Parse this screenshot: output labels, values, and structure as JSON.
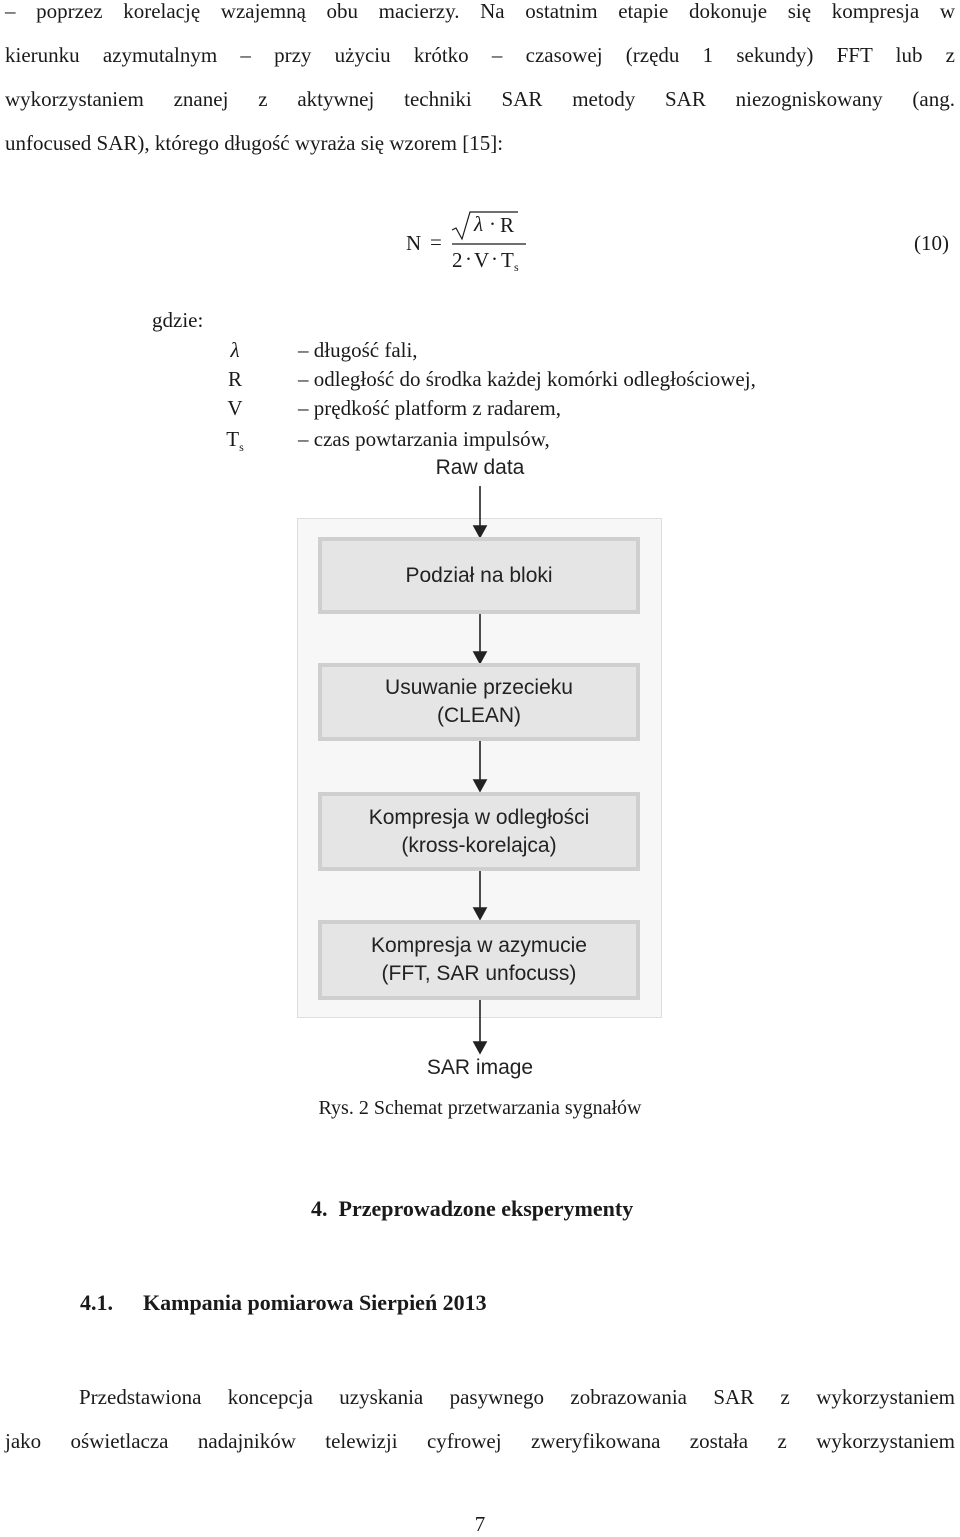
{
  "top_text": {
    "lines": [
      "– poprzez korelację wzajemną obu macierzy. Na ostatnim etapie dokonuje się kompresja w",
      "kierunku azymutalnym – przy użyciu krótko – czasowej (rzędu 1 sekundy) FFT lub z",
      "wykorzystaniem znanej z aktywnej techniki SAR metody SAR niezogniskowany (ang.",
      "unfocused SAR), którego długość wyraża się wzorem [15]:"
    ]
  },
  "equation": {
    "lhs": "N",
    "equals": "=",
    "num_lambda": "λ",
    "num_dot": "·",
    "num_r": "R",
    "den_2": "2",
    "den_dot1": "·",
    "den_v": "V",
    "den_dot2": "·",
    "den_t": "T",
    "den_sub": "s",
    "number": "(10)"
  },
  "where": {
    "label": "gdzie:",
    "items": [
      {
        "symbol": "λ",
        "sub": "",
        "desc": "– długość fali,"
      },
      {
        "symbol": "R",
        "sub": "",
        "desc": "– odległość do środka każdej komórki odległościowej,"
      },
      {
        "symbol": "V",
        "sub": "",
        "desc": "– prędkość platform z radarem,"
      },
      {
        "symbol": "T",
        "sub": "s",
        "desc": "– czas powtarzania impulsów,"
      }
    ]
  },
  "flowchart": {
    "input": "Raw data",
    "steps": [
      {
        "line1": "Podział na bloki",
        "line2": ""
      },
      {
        "line1": "Usuwanie przecieku",
        "line2": "(CLEAN)"
      },
      {
        "line1": "Kompresja w odległości",
        "line2": "(kross-korelajca)"
      },
      {
        "line1": "Kompresja w azymucie",
        "line2": "(FFT, SAR unfocuss)"
      }
    ],
    "output": "SAR image"
  },
  "caption": "Rys. 2 Schemat przetwarzania sygnałów",
  "section": {
    "number": "4.",
    "title": "Przeprowadzone eksperymenty"
  },
  "subsection": {
    "number": "4.1.",
    "title": "Kampania pomiarowa Sierpień 2013"
  },
  "bottom_text": {
    "lines": [
      "Przedstawiona koncepcja uzyskania pasywnego zobrazowania SAR z wykorzystaniem",
      "jako oświetlacza nadajników telewizji cyfrowej zweryfikowana została z wykorzystaniem"
    ]
  },
  "page_number": "7"
}
